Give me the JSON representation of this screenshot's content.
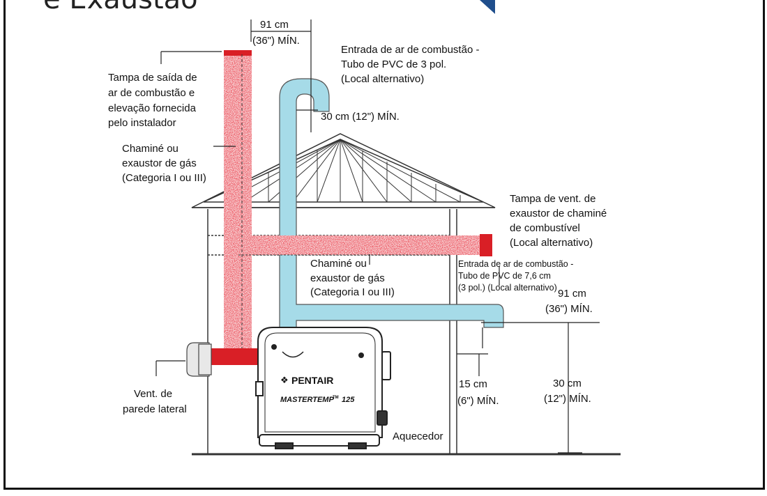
{
  "title": "e Exaustão",
  "labels": {
    "dim_top": [
      "91 cm",
      "(36\") MÍN."
    ],
    "air_intake_top": [
      "Entrada de ar de combustão -",
      "Tubo de PVC de 3 pol.",
      "(Local alternativo)"
    ],
    "dim_30_top": [
      "30 cm (12\") MÍN."
    ],
    "cap": [
      "Tampa de saída de",
      "ar de combustão e",
      "elevação fornecida",
      "pelo instalador"
    ],
    "chimney_left": [
      "Chaminé ou",
      "exaustor de gás",
      "(Categoria I ou III)"
    ],
    "vent_cap_right": [
      "Tampa de vent. de",
      "exaustor de chaminé",
      "de combustível",
      "(Local alternativo)"
    ],
    "chimney_middle": [
      "Chaminé ou",
      "exaustor de gás",
      "(Categoria I ou III)"
    ],
    "air_intake_right": [
      "Entrada de ar de combustão -",
      "Tubo de PVC de 7,6 cm",
      "(3 pol.) (Local alternativo)"
    ],
    "dim_91_right": [
      "91 cm",
      "(36\") MÍN."
    ],
    "dim_30_right": [
      "30 cm",
      "(12\") MÍN."
    ],
    "dim_15": [
      "15 cm",
      "(6\") MÍN."
    ],
    "side_vent": [
      "Vent. de",
      "parede lateral"
    ],
    "heater": [
      "Aquecedor"
    ],
    "brand": "PENTAIR",
    "model": "MASTERTEMP",
    "model_tm": "TM",
    "model_num": "125"
  },
  "colors": {
    "exhaust_red": "#d91f26",
    "intake_blue": "#a6dbe8",
    "accent": "#1f4e8c"
  }
}
